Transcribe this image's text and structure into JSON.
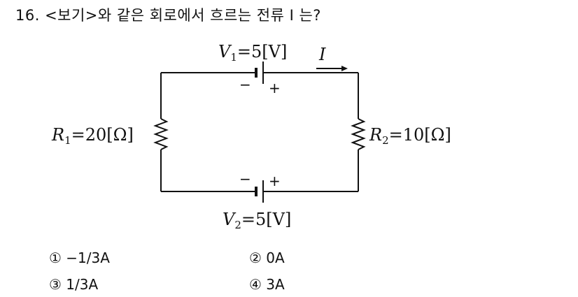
{
  "question": {
    "text": "16. <보기>와 같은 회로에서 흐르는 전류 I 는?"
  },
  "circuit": {
    "v1_symbol": "V",
    "v1_sub": "1",
    "v1_value": "=5[V]",
    "current_label": "I",
    "v1_minus": "−",
    "v1_plus": "+",
    "r1_symbol": "R",
    "r1_sub": "1",
    "r1_value": "=20[Ω]",
    "r2_symbol": "R",
    "r2_sub": "2",
    "r2_value": "=10[Ω]",
    "v2_minus": "−",
    "v2_plus": "+",
    "v2_symbol": "V",
    "v2_sub": "2",
    "v2_value": "=5[V]"
  },
  "choices": [
    {
      "marker": "①",
      "text": "−1/3A"
    },
    {
      "marker": "②",
      "text": "0A"
    },
    {
      "marker": "③",
      "text": "1/3A"
    },
    {
      "marker": "④",
      "text": "3A"
    }
  ]
}
